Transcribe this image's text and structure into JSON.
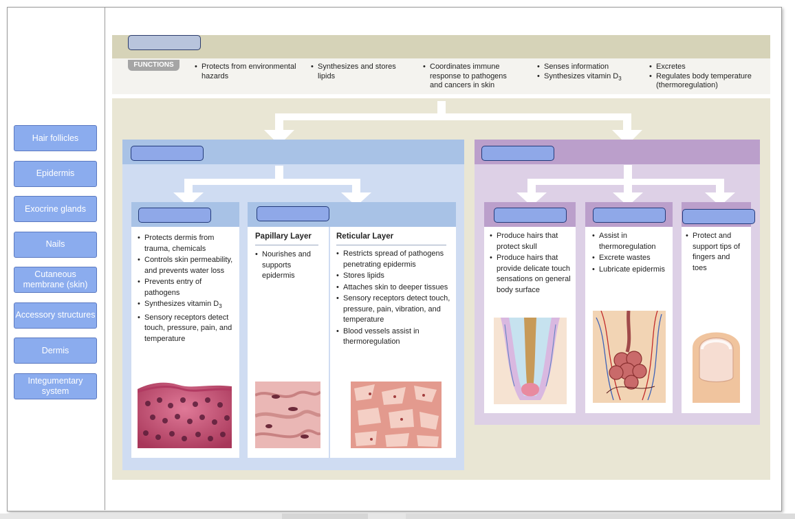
{
  "label_bank": [
    {
      "label": "Hair follicles"
    },
    {
      "label": "Epidermis"
    },
    {
      "label": "Exocrine glands"
    },
    {
      "label": "Nails"
    },
    {
      "label": "Cutaneous membrane (skin)"
    },
    {
      "label": "Accessory structures"
    },
    {
      "label": "Dermis"
    },
    {
      "label": "Integumentary system"
    }
  ],
  "functions": {
    "tag": "FUNCTIONS",
    "items": [
      {
        "text": "Protects from environmental hazards"
      },
      {
        "text": "Synthesizes and stores lipids"
      },
      {
        "text": "Coordinates immune response to pathogens and cancers in skin"
      },
      {
        "line1": "Senses information",
        "line2_prefix": "Synthesizes vitamin D",
        "line2_sub": "3"
      },
      {
        "line1": "Excretes",
        "line2": "Regulates body temperature (thermoregulation)"
      }
    ]
  },
  "epidermis_card": {
    "items": [
      "Protects dermis from trauma, chemicals",
      "Controls skin permeability, and prevents water loss",
      "Prevents entry of pathogens",
      "Synthesizes vitamin D3",
      "Sensory receptors detect touch, pressure, pain, and temperature"
    ],
    "vitamin_prefix": "Synthesizes vitamin D",
    "vitamin_sub": "3"
  },
  "dermis_card": {
    "papillary_title": "Papillary Layer",
    "papillary_items": [
      "Nourishes and supports epidermis"
    ],
    "reticular_title": "Reticular Layer",
    "reticular_items": [
      "Restricts spread of pathogens penetrating epidermis",
      "Stores lipids",
      "Attaches skin to deeper tissues",
      "Sensory receptors detect touch, pressure, pain, vibration, and temperature",
      "Blood vessels assist in thermoregulation"
    ]
  },
  "hair_card": {
    "items": [
      "Produce hairs that protect skull",
      "Produce hairs that provide delicate touch sensations on general body surface"
    ]
  },
  "glands_card": {
    "items": [
      "Assist in thermoregulation",
      "Excrete wastes",
      "Lubricate epidermis"
    ]
  },
  "nails_card": {
    "items": [
      "Protect and support tips of fingers and toes"
    ]
  },
  "colors": {
    "chip": "#8bacee",
    "blue_panel": "#cfdcf2",
    "purple_panel": "#ddd0e6",
    "header_band": "#d6d3b8"
  }
}
